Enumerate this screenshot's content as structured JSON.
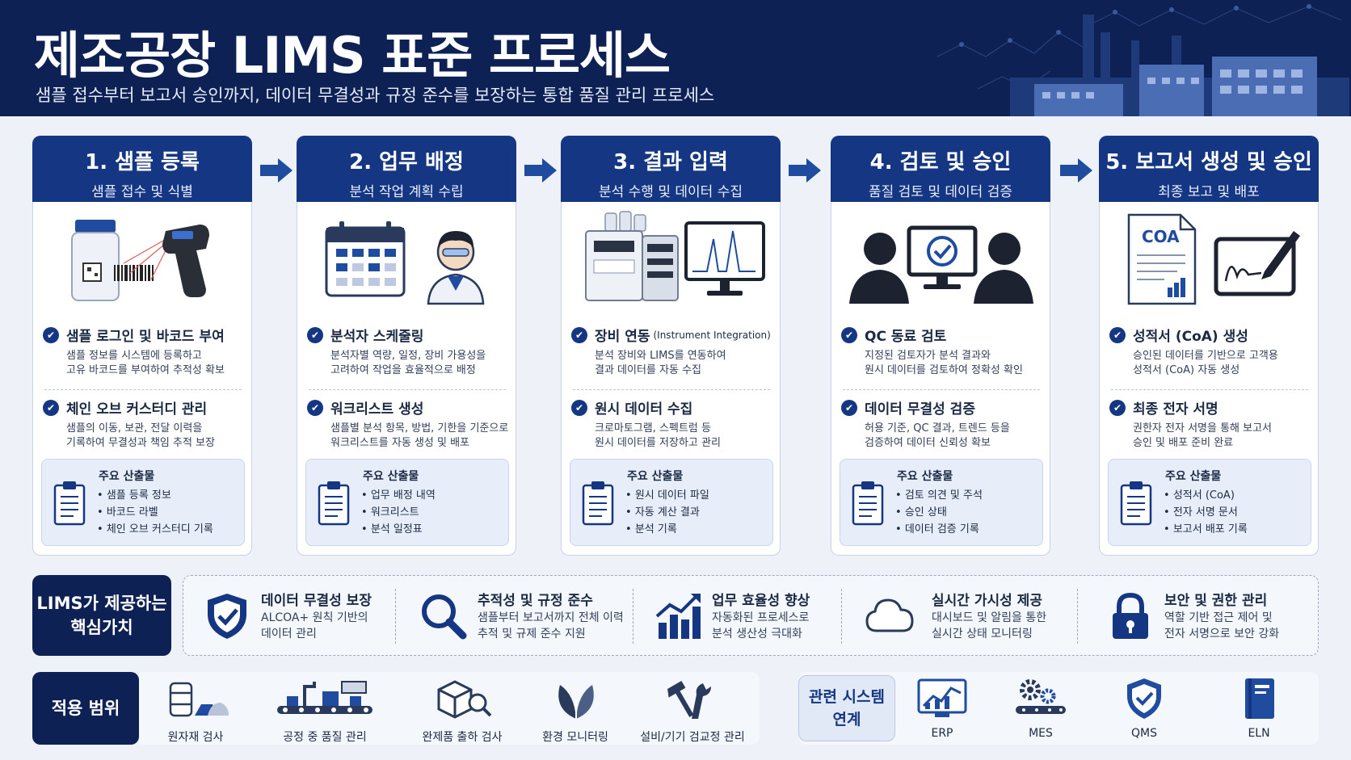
{
  "header": {
    "title": "제조공장 LIMS 표준 프로세스",
    "subtitle": "샘플 접수부터 보고서 승인까지, 데이터 무결성과 규정 준수를 보장하는 통합 품질 관리 프로세스"
  },
  "colors": {
    "navy": "#0d2155",
    "accent": "#143683",
    "panel": "#e7eef9"
  },
  "steps": [
    {
      "title": "1. 샘플 등록",
      "subtitle": "샘플 접수 및 식별",
      "items": [
        {
          "title": "샘플 로그인 및 바코드 부여",
          "desc": [
            "샘플 정보를 시스템에 등록하고",
            "고유 바코드를 부여하여 추적성 확보"
          ]
        },
        {
          "title": "체인 오브 커스터디 관리",
          "desc": [
            "샘플의 이동, 보관, 전달 이력을",
            "기록하여 무결성과 책임 추적 보장"
          ]
        }
      ],
      "outputs_title": "주요 산출물",
      "outputs": [
        "샘플 등록 정보",
        "바코드 라벨",
        "체인 오브 커스터디 기록"
      ]
    },
    {
      "title": "2. 업무 배정",
      "subtitle": "분석 작업 계획 수립",
      "items": [
        {
          "title": "분석자 스케줄링",
          "desc": [
            "분석자별 역량, 일정, 장비 가용성을",
            "고려하여 작업을 효율적으로 배정"
          ]
        },
        {
          "title": "워크리스트 생성",
          "desc": [
            "샘플별 분석 항목, 방법, 기한을 기준으로",
            "워크리스트를 자동 생성 및 배포"
          ]
        }
      ],
      "outputs_title": "주요 산출물",
      "outputs": [
        "업무 배정 내역",
        "워크리스트",
        "분석 일정표"
      ]
    },
    {
      "title": "3. 결과 입력",
      "subtitle": "분석 수행 및 데이터 수집",
      "items": [
        {
          "title": "장비 연동",
          "title_note": "(Instrument Integration)",
          "desc": [
            "분석 장비와 LIMS를 연동하여",
            "결과 데이터를 자동 수집"
          ]
        },
        {
          "title": "원시 데이터 수집",
          "desc": [
            "크로마토그램, 스펙트럼 등",
            "원시 데이터를 저장하고 관리"
          ]
        }
      ],
      "outputs_title": "주요 산출물",
      "outputs": [
        "원시 데이터 파일",
        "자동 계산 결과",
        "분석 기록"
      ]
    },
    {
      "title": "4. 검토 및 승인",
      "subtitle": "품질 검토 및 데이터 검증",
      "items": [
        {
          "title": "QC 동료 검토",
          "desc": [
            "지정된 검토자가 분석 결과와",
            "원시 데이터를 검토하여 정확성 확인"
          ]
        },
        {
          "title": "데이터 무결성 검증",
          "desc": [
            "허용 기준, QC 결과, 트렌드 등을",
            "검증하여 데이터 신뢰성 확보"
          ]
        }
      ],
      "outputs_title": "주요 산출물",
      "outputs": [
        "검토 의견 및 주석",
        "승인 상태",
        "데이터 검증 기록"
      ]
    },
    {
      "title": "5. 보고서 생성 및 승인",
      "subtitle": "최종 보고 및 배포",
      "items": [
        {
          "title": "성적서 (CoA) 생성",
          "desc": [
            "승인된 데이터를 기반으로 고객용",
            "성적서 (CoA) 자동 생성"
          ]
        },
        {
          "title": "최종 전자 서명",
          "desc": [
            "권한자 전자 서명을 통해 보고서",
            "승인 및 배포 준비 완료"
          ]
        }
      ],
      "outputs_title": "주요 산출물",
      "outputs": [
        "성적서 (CoA)",
        "전자 서명 문서",
        "보고서 배포 기록"
      ]
    }
  ],
  "coa_label": "COA",
  "values": {
    "label_line1": "LIMS가 제공하는",
    "label_line2": "핵심가치",
    "items": [
      {
        "title": "데이터 무결성 보장",
        "desc": [
          "ALCOA+ 원칙 기반의",
          "데이터 관리"
        ],
        "icon": "shield-check-icon"
      },
      {
        "title": "추적성 및 규정 준수",
        "desc": [
          "샘플부터 보고서까지 전체 이력",
          "추적 및 규제 준수 지원"
        ],
        "icon": "magnifier-icon"
      },
      {
        "title": "업무 효율성 향상",
        "desc": [
          "자동화된 프로세스로",
          "분석 생산성 극대화"
        ],
        "icon": "growth-chart-icon"
      },
      {
        "title": "실시간 가시성 제공",
        "desc": [
          "대시보드 및 알림을 통한",
          "실시간 상태 모니터링"
        ],
        "icon": "cloud-icon"
      },
      {
        "title": "보안 및 권한 관리",
        "desc": [
          "역할 기반 접근 제어 및",
          "전자 서명으로 보안 강화"
        ],
        "icon": "lock-icon"
      }
    ]
  },
  "scope": {
    "label": "적용 범위",
    "items": [
      "원자재 검사",
      "공정 중 품질 관리",
      "완제품 출하 검사",
      "환경 모니터링",
      "설비/기기 검교정 관리"
    ]
  },
  "related": {
    "label_line1": "관련 시스템",
    "label_line2": "연계",
    "items": [
      "ERP",
      "MES",
      "QMS",
      "ELN"
    ]
  }
}
